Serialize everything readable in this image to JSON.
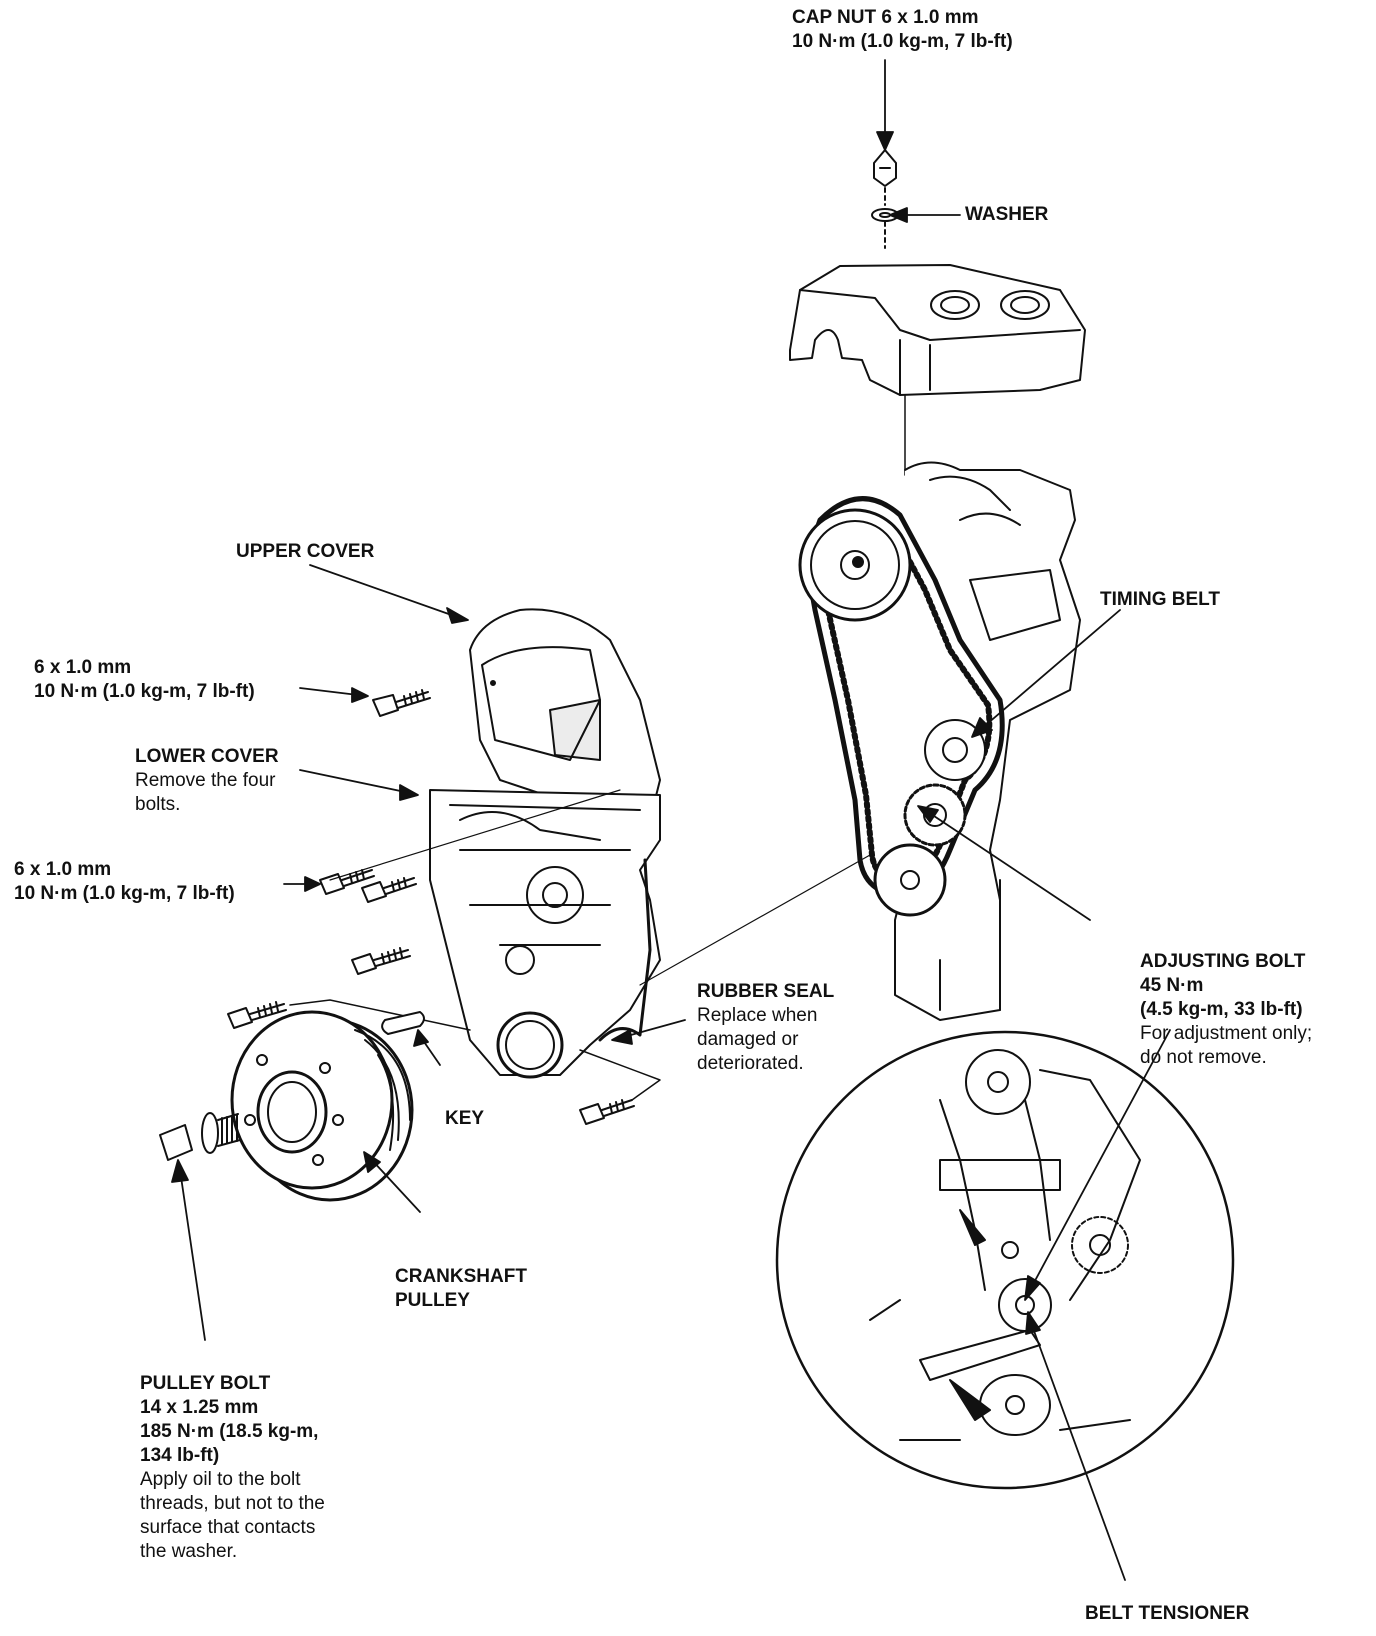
{
  "labels": {
    "cap_nut": {
      "title": "CAP NUT 6 x 1.0 mm",
      "lines": [
        "10 N·m (1.0 kg-m, 7 lb-ft)"
      ]
    },
    "washer": {
      "title": "WASHER"
    },
    "upper_cover": {
      "title": "UPPER COVER"
    },
    "bolt_upper": {
      "lines": [
        "6 x 1.0 mm",
        "10 N·m (1.0 kg-m, 7 lb-ft)"
      ]
    },
    "lower_cover": {
      "title": "LOWER COVER",
      "lines": [
        "Remove the four",
        "bolts."
      ]
    },
    "bolt_lower": {
      "lines": [
        "6 x 1.0 mm",
        "10 N·m (1.0 kg-m, 7 lb-ft)"
      ]
    },
    "timing_belt": {
      "title": "TIMING BELT"
    },
    "rubber_seal": {
      "title": "RUBBER SEAL",
      "lines": [
        "Replace when",
        "damaged or",
        "deteriorated."
      ]
    },
    "adjusting_bolt": {
      "title": "ADJUSTING BOLT",
      "lines": [
        "45 N·m",
        "(4.5 kg-m, 33 lb-ft)",
        "For adjustment only;",
        "do not remove."
      ]
    },
    "key": {
      "title": "KEY"
    },
    "crankshaft_pulley": {
      "title": "CRANKSHAFT",
      "lines": [
        "PULLEY"
      ]
    },
    "pulley_bolt": {
      "title": "PULLEY BOLT",
      "lines": [
        "14 x 1.25 mm",
        "185 N·m (18.5 kg-m,",
        "134 lb-ft)",
        "Apply oil to the bolt",
        "threads, but not to the",
        "surface that contacts",
        "the washer."
      ]
    },
    "belt_tensioner": {
      "title": "BELT TENSIONER"
    }
  }
}
